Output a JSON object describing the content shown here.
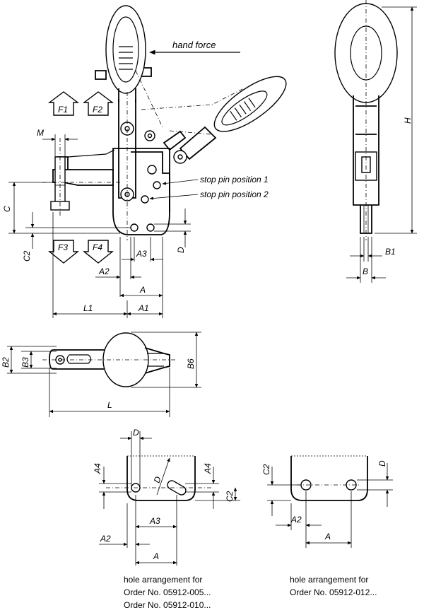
{
  "annotations": {
    "hand_force": "hand force",
    "stop_pin_1": "stop pin position 1",
    "stop_pin_2": "stop pin position 2"
  },
  "forces": {
    "f1": "F1",
    "f2": "F2",
    "f3": "F3",
    "f4": "F4"
  },
  "dimensions": {
    "m": "M",
    "c": "C",
    "c2": "C2",
    "d": "D",
    "a": "A",
    "a1": "A1",
    "a2": "A2",
    "a3": "A3",
    "a4": "A4",
    "l": "L",
    "l1": "L1",
    "b": "B",
    "b1": "B1",
    "b2": "B2",
    "b3": "B3",
    "b6": "B6",
    "h": "H"
  },
  "captions": {
    "left_line1": "hole arrangement for",
    "left_line2": "Order No. 05912-005...",
    "left_line3": "Order No. 05912-010...",
    "right_line1": "hole arrangement for",
    "right_line2": "Order No. 05912-012..."
  }
}
